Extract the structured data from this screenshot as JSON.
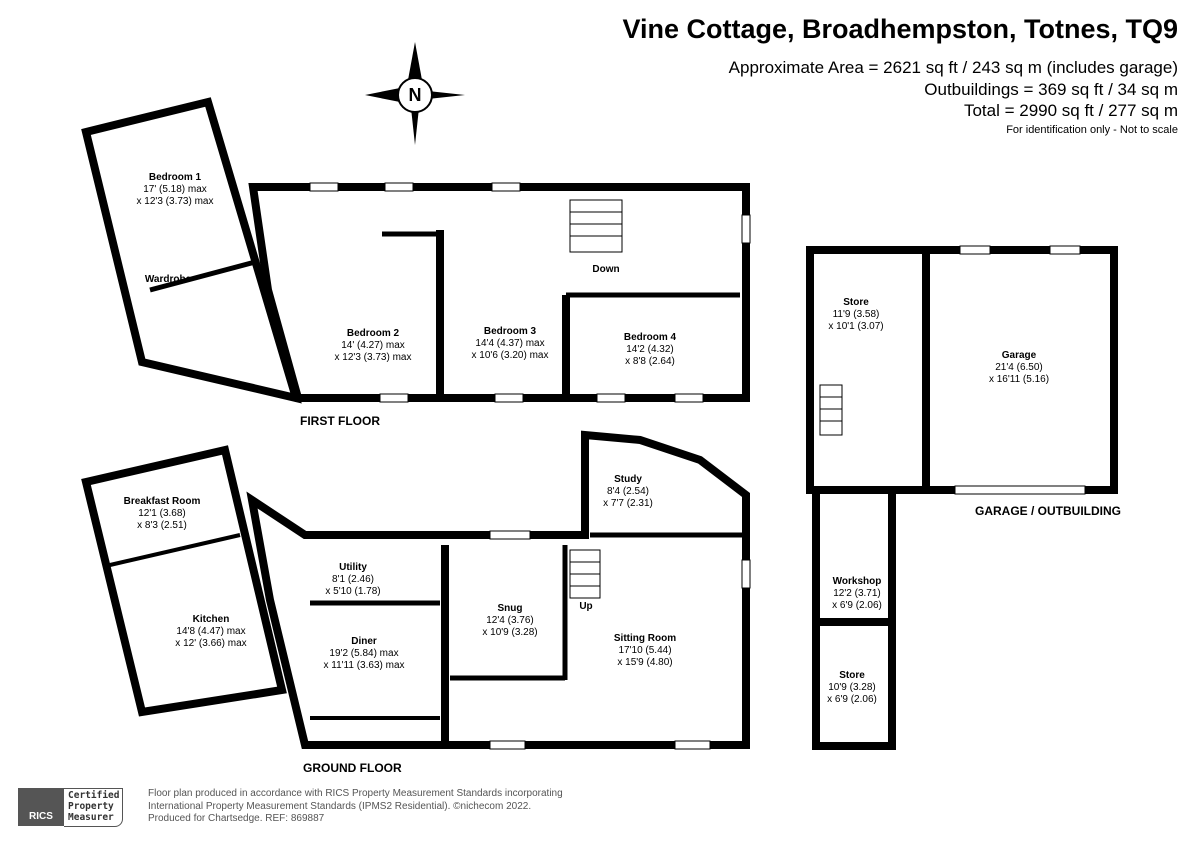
{
  "header": {
    "title": "Vine Cottage, Broadhempston, Totnes, TQ9",
    "approximate_area": "Approximate Area = 2621 sq ft / 243 sq m (includes garage)",
    "outbuildings": "Outbuildings = 369 sq ft / 34 sq m",
    "total": "Total = 2990 sq ft / 277 sq m",
    "note": "For identification only - Not to scale"
  },
  "compass": {
    "label": "N"
  },
  "floors": {
    "first": "FIRST FLOOR",
    "ground": "GROUND FLOOR",
    "outbuilding": "GARAGE / OUTBUILDING"
  },
  "rooms": {
    "bedroom1": {
      "name": "Bedroom 1",
      "d1": "17' (5.18) max",
      "d2": "x 12'3 (3.73) max"
    },
    "wardrobe": {
      "name": "Wardrobe"
    },
    "bedroom2": {
      "name": "Bedroom 2",
      "d1": "14' (4.27) max",
      "d2": "x 12'3 (3.73) max"
    },
    "bedroom3": {
      "name": "Bedroom 3",
      "d1": "14'4 (4.37) max",
      "d2": "x 10'6 (3.20) max"
    },
    "bedroom4": {
      "name": "Bedroom 4",
      "d1": "14'2 (4.32)",
      "d2": "x 8'8 (2.64)"
    },
    "down": {
      "name": "Down"
    },
    "breakfast": {
      "name": "Breakfast Room",
      "d1": "12'1 (3.68)",
      "d2": "x 8'3 (2.51)"
    },
    "kitchen": {
      "name": "Kitchen",
      "d1": "14'8 (4.47) max",
      "d2": "x 12' (3.66) max"
    },
    "utility": {
      "name": "Utility",
      "d1": "8'1 (2.46)",
      "d2": "x 5'10 (1.78)"
    },
    "diner": {
      "name": "Diner",
      "d1": "19'2 (5.84) max",
      "d2": "x 11'11 (3.63) max"
    },
    "snug": {
      "name": "Snug",
      "d1": "12'4 (3.76)",
      "d2": "x 10'9 (3.28)"
    },
    "study": {
      "name": "Study",
      "d1": "8'4 (2.54)",
      "d2": "x 7'7 (2.31)"
    },
    "sitting": {
      "name": "Sitting Room",
      "d1": "17'10 (5.44)",
      "d2": "x 15'9 (4.80)"
    },
    "up": {
      "name": "Up"
    },
    "store1": {
      "name": "Store",
      "d1": "11'9 (3.58)",
      "d2": "x 10'1 (3.07)"
    },
    "garage": {
      "name": "Garage",
      "d1": "21'4 (6.50)",
      "d2": "x 16'11 (5.16)"
    },
    "workshop": {
      "name": "Workshop",
      "d1": "12'2 (3.71)",
      "d2": "x 6'9 (2.06)"
    },
    "store2": {
      "name": "Store",
      "d1": "10'9 (3.28)",
      "d2": "x 6'9 (2.06)"
    }
  },
  "footer": {
    "rics_logo": "RICS",
    "certified": [
      "Certified",
      "Property",
      "Measurer"
    ],
    "line1": "Floor plan produced in accordance with RICS Property Measurement Standards incorporating",
    "line2": "International Property Measurement Standards (IPMS2 Residential).  ©nichecom 2022.",
    "line3": "Produced for Chartsedge.   REF: 869887"
  }
}
